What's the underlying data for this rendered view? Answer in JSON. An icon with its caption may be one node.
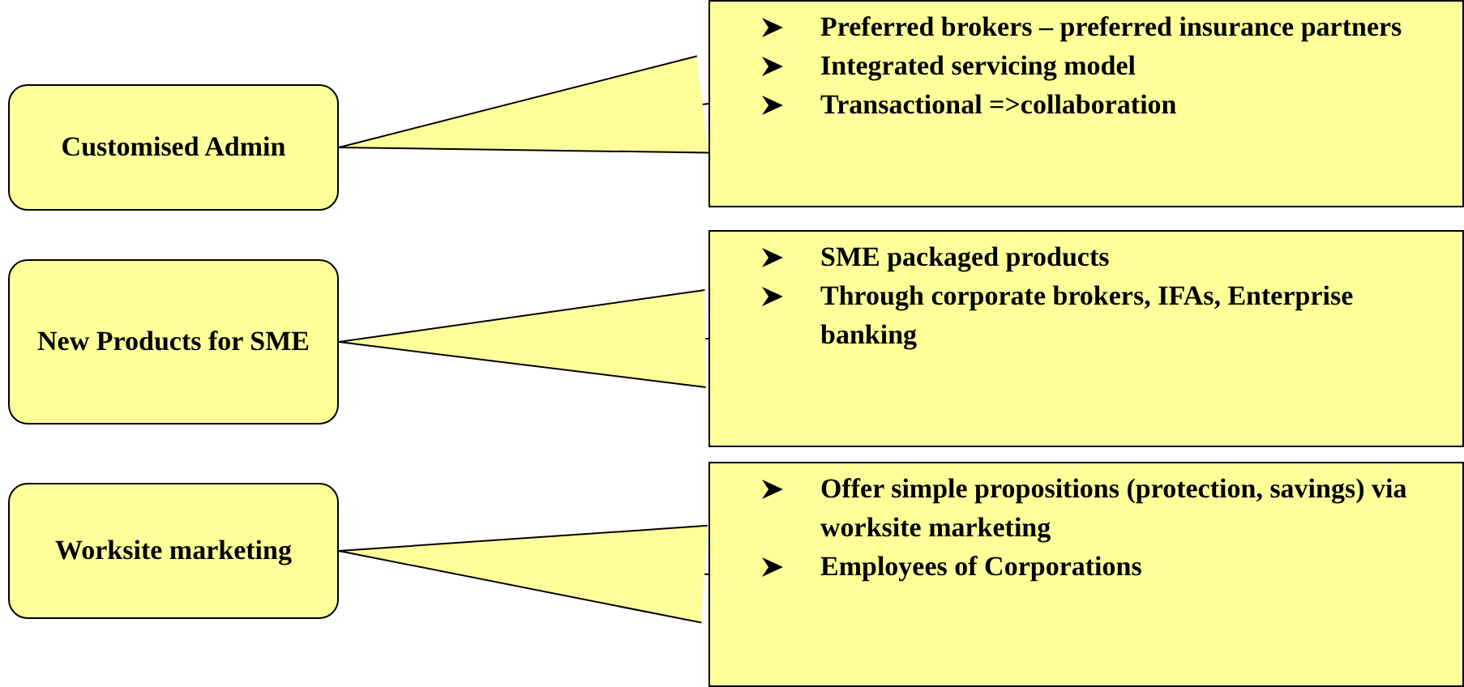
{
  "diagram": {
    "nodes": [
      {
        "text": [
          "Customised Admin"
        ]
      },
      {
        "text": [
          "Preferred brokers – preferred insurance partners",
          "Integrated servicing model",
          "Transactional =>collaboration"
        ]
      },
      {
        "text": [
          "New Products for SME"
        ]
      },
      {
        "text": [
          "SME packaged products",
          "Through corporate brokers,  IFAs, Enterprise banking"
        ]
      },
      {
        "text": [
          "Worksite marketing"
        ]
      },
      {
        "text": [
          "Offer simple propositions (protection, savings) via  worksite marketing",
          "Employees of Corporations"
        ]
      }
    ],
    "edges": [
      {
        "from": 1,
        "to": 0,
        "arrow": "to"
      },
      {
        "from": 3,
        "to": 2,
        "arrow": "to"
      },
      {
        "from": 5,
        "to": 4,
        "arrow": "to"
      }
    ]
  }
}
